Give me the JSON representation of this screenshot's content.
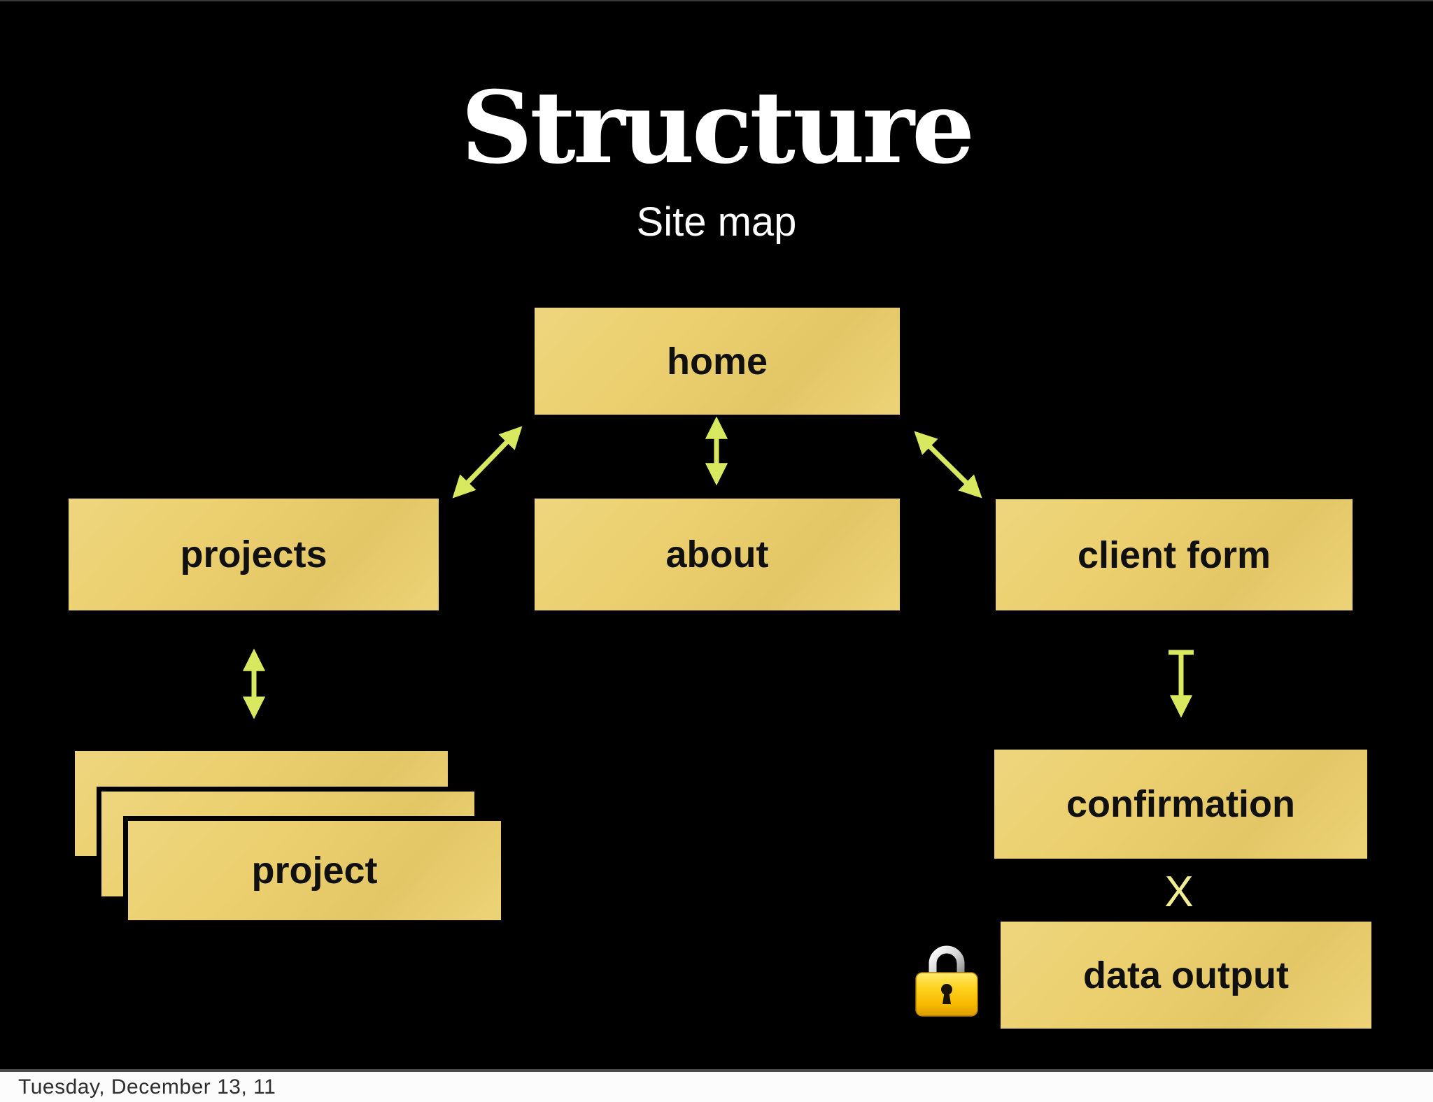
{
  "title": {
    "text": "Structure",
    "subtitle": "Site map"
  },
  "footer": {
    "date": "Tuesday, December 13, 11"
  },
  "nodes": {
    "home": {
      "label": "home"
    },
    "projects": {
      "label": "projects"
    },
    "about": {
      "label": "about"
    },
    "client_form": {
      "label": "client form"
    },
    "project": {
      "label": "project"
    },
    "confirmation": {
      "label": "confirmation"
    },
    "data_output": {
      "label": "data output"
    }
  },
  "diagram": {
    "edges": [
      {
        "from": "home",
        "to": "projects",
        "type": "bidirectional-arrow"
      },
      {
        "from": "home",
        "to": "about",
        "type": "bidirectional-arrow"
      },
      {
        "from": "home",
        "to": "client_form",
        "type": "bidirectional-arrow"
      },
      {
        "from": "projects",
        "to": "project",
        "type": "bidirectional-arrow"
      },
      {
        "from": "client_form",
        "to": "confirmation",
        "type": "single-arrow-with-bar"
      },
      {
        "from": "confirmation",
        "to": "data_output",
        "type": "blocked"
      }
    ],
    "project_stack_count": 3
  },
  "marks": {
    "blocked": "X"
  },
  "icons": {
    "lock": "lock-icon"
  },
  "colors": {
    "background": "#000000",
    "node_fill": "#ecd06f",
    "node_text": "#101010",
    "arrow": "#d9e95f",
    "blocked_x": "#f2ef92",
    "title_text": "#ffffff",
    "footer_bg": "#fcfcfc",
    "footer_text": "#2e2e2e",
    "lock_gold": "#ffc800",
    "lock_gold_light": "#ffec6e",
    "lock_gold_dark": "#d89b00",
    "lock_silver": "#c9c9c9"
  }
}
